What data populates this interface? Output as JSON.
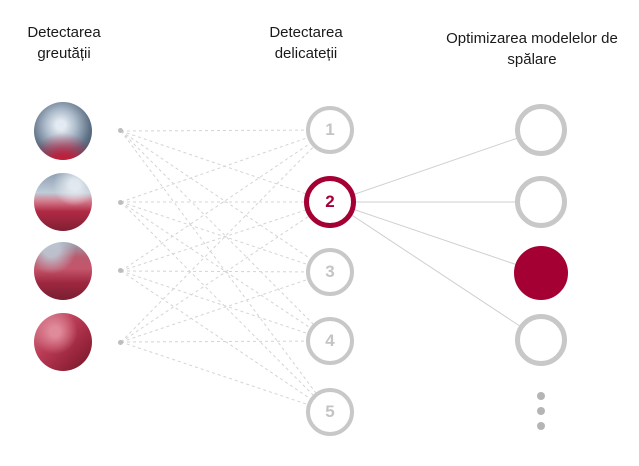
{
  "columns": {
    "left": {
      "title": "Detectarea greutății"
    },
    "middle": {
      "title": "Detectarea delicateții"
    },
    "right": {
      "title": "Optimizarea modelelor de spălare"
    }
  },
  "left_nodes": [
    {
      "image": "washer-drum-photo"
    },
    {
      "image": "drum-and-red-fabric-photo"
    },
    {
      "image": "red-fabric-with-drum-photo"
    },
    {
      "image": "red-fabric-photo"
    }
  ],
  "middle_nodes": [
    {
      "label": "1",
      "state": "default"
    },
    {
      "label": "2",
      "state": "highlighted"
    },
    {
      "label": "3",
      "state": "default"
    },
    {
      "label": "4",
      "state": "default"
    },
    {
      "label": "5",
      "state": "default"
    }
  ],
  "right_nodes": [
    {
      "state": "default"
    },
    {
      "state": "default"
    },
    {
      "state": "filled"
    },
    {
      "state": "default"
    }
  ],
  "ellipsis": {
    "dot_count": 3
  },
  "colors": {
    "accent": "#a50034",
    "circle-gray": "#c8c8c8",
    "line-gray": "#d4d4d4",
    "number-gray": "#c4c4c4",
    "text": "#1a1a1a"
  }
}
